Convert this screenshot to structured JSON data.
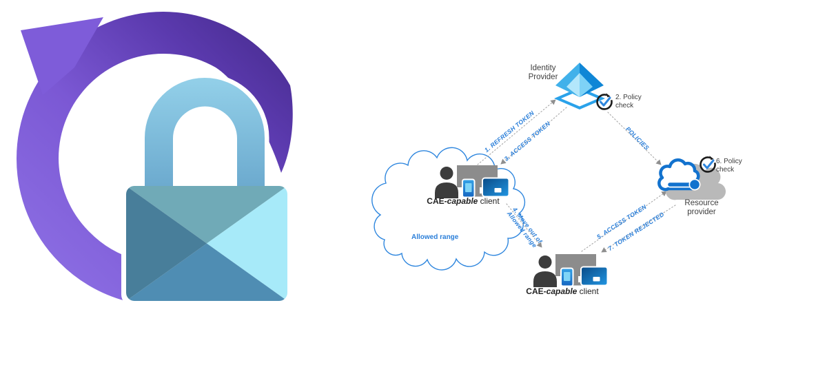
{
  "lock_icon": {
    "semantic": "padlock with circular refresh arrow (continuous access evaluation badge)",
    "colors": {
      "ring_dark": "#44298a",
      "ring_light": "#8f72e6",
      "arrowhead": "#7e5cd9",
      "shackle_top": "#93d0e9",
      "shackle_bottom": "#6aa8cd",
      "body_top": "#70aab7",
      "body_left": "#487e9a",
      "body_right": "#a7eaf9",
      "body_bottom": "#4f8db3"
    }
  },
  "diagram": {
    "identity_provider_label": "Identity Provider",
    "resource_provider_label": "Resource provider",
    "policy_check_2_label": "2. Policy check",
    "policy_check_6_label": "6. Policy check",
    "allowed_range_label": "Allowed range",
    "client_top": {
      "prefix": "CAE-",
      "emphasis": "capable",
      "suffix": " client"
    },
    "client_bottom": {
      "prefix": "CAE-",
      "emphasis": "capable",
      "suffix": " client"
    },
    "flows": {
      "refresh_token": "1. REFRESH TOKEN",
      "access_token_idp": "3. ACCESS TOKEN",
      "policies": "POLICIES",
      "move_out_line1": "4. Move out of",
      "move_out_line2": "Allowed range",
      "access_token_rp": "5. ACCESS TOKEN",
      "token_rejected": "7. TOKEN REJECTED"
    },
    "colors": {
      "flow_label": "#2b7fd9",
      "dotted_line": "#a6a6a6",
      "node_label": "#3d3d3d",
      "cloud_outline": "#2e86de",
      "azure_blue": "#1272ce"
    }
  }
}
